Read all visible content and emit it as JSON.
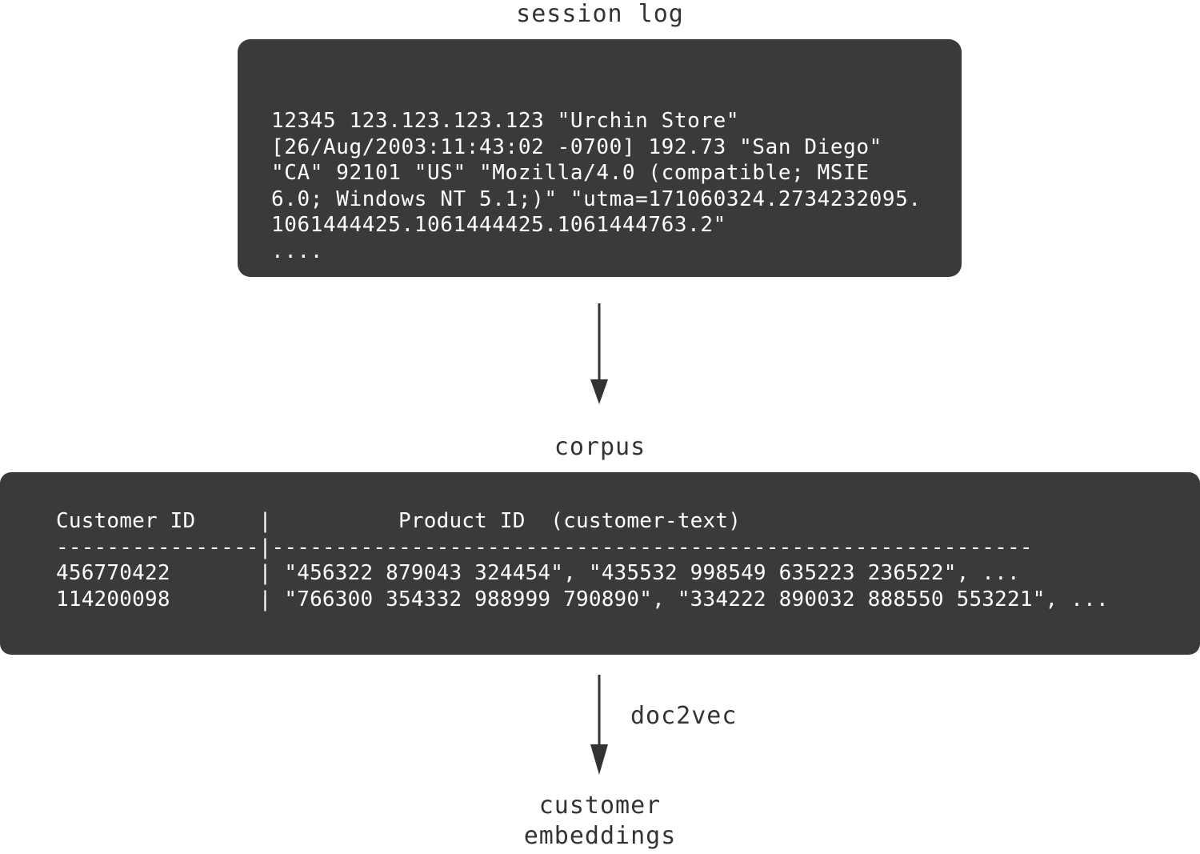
{
  "nodes": {
    "session_log": {
      "title": "session log",
      "lines": [
        "12345 123.123.123.123 \"Urchin Store\"",
        "[26/Aug/2003:11:43:02 -0700] 192.73 \"San Diego\"",
        "\"CA\" 92101 \"US\" \"Mozilla/4.0 (compatible; MSIE",
        "6.0; Windows NT 5.1;)\" \"utma=171060324.2734232095.",
        "1061444425.1061444425.1061444763.2\"",
        "...."
      ]
    },
    "corpus": {
      "title": "corpus",
      "lines": [
        "Customer ID     |          Product ID  (customer-text)",
        "----------------|------------------------------------------------------------",
        "456770422       | \"456322 879043 324454\", \"435532 998549 635223 236522\", ...",
        "114200098       | \"766300 354332 988999 790890\", \"334222 890032 888550 553221\", ..."
      ]
    },
    "customer_embeddings": {
      "title": "customer\nembeddings"
    }
  },
  "edges": [
    {
      "from": "session_log",
      "to": "corpus",
      "label": ""
    },
    {
      "from": "corpus",
      "to": "customer_embeddings",
      "label": "doc2vec"
    }
  ],
  "colors": {
    "box_fill": "#3a3a3c",
    "box_text": "#ffffff",
    "label_text": "#333333",
    "arrow": "#333333"
  }
}
